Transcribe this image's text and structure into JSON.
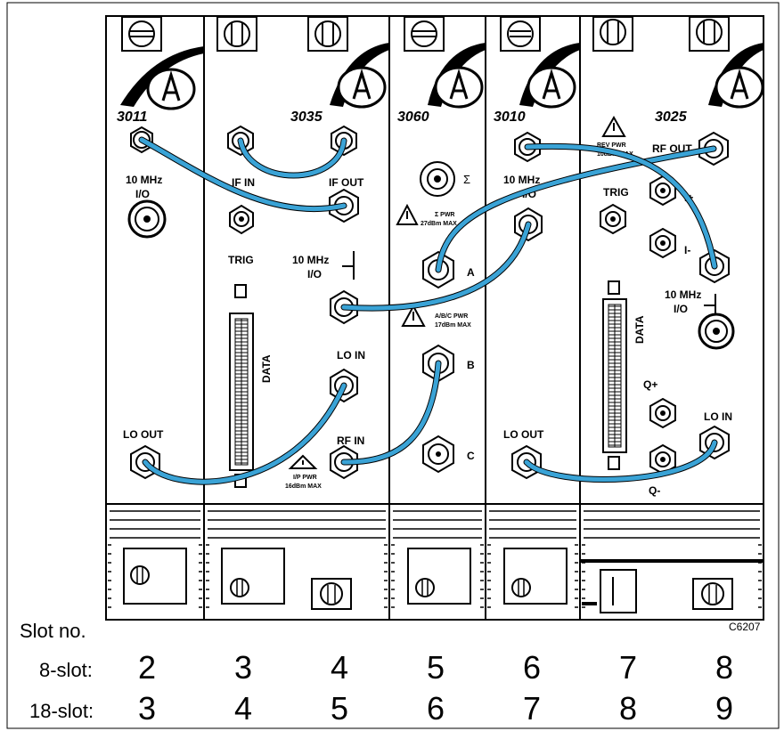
{
  "modules": [
    {
      "model": "3011",
      "labels": {
        "io": "10 MHz\nI/O",
        "lo_out": "LO OUT"
      }
    },
    {
      "model": "3035",
      "labels": {
        "if_in": "IF IN",
        "if_out": "IF OUT",
        "trig": "TRIG",
        "io": "10 MHz\nI/O",
        "data": "DATA",
        "lo_in": "LO IN",
        "rf_in": "RF IN",
        "warn1": "I/P PWR",
        "warn2": "16dBm MAX"
      }
    },
    {
      "model": "3060",
      "labels": {
        "sigma": "Σ",
        "pwr1": "Σ PWR",
        "pwr2": "27dBm MAX",
        "a": "A",
        "abc1": "A/B/C PWR",
        "abc2": "17dBm MAX",
        "b": "B",
        "c": "C"
      }
    },
    {
      "model": "3010",
      "labels": {
        "io": "10 MHz\nI/O",
        "lo_out": "LO OUT"
      }
    },
    {
      "model": "3025",
      "labels": {
        "rev1": "REV PWR",
        "rev2": "10dBm MAX",
        "rf_out": "RF OUT",
        "trig": "TRIG",
        "iplus": "I+",
        "iminus": "I-",
        "io": "10 MHz\nI/O",
        "data": "DATA",
        "qplus": "Q+",
        "qminus": "Q-",
        "lo_in": "LO IN"
      }
    }
  ],
  "figure_code": "C6207",
  "slot_table": {
    "header": "Slot no.",
    "rows": [
      {
        "label": "8-slot:",
        "values": [
          "2",
          "3",
          "4",
          "5",
          "6",
          "7",
          "8"
        ]
      },
      {
        "label": "18-slot:",
        "values": [
          "3",
          "4",
          "5",
          "6",
          "7",
          "8",
          "9"
        ]
      }
    ]
  },
  "colors": {
    "cable": "#3aa3d6",
    "panel": "#ffffff",
    "line": "#000000"
  }
}
